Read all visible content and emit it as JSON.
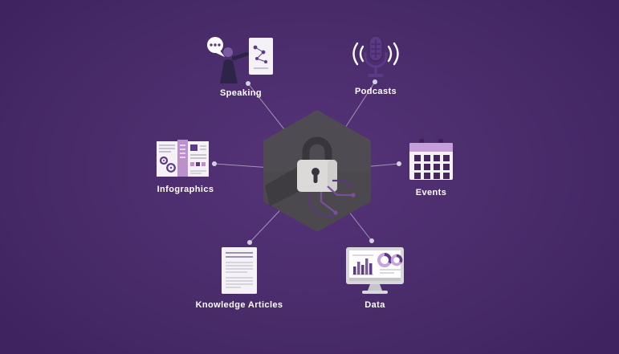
{
  "diagram": {
    "center": {
      "shape": "hexagon",
      "icon": "padlock-circuit-icon"
    },
    "nodes": [
      {
        "id": "speaking",
        "label": "Speaking",
        "icon": "speaking-presenter-icon"
      },
      {
        "id": "podcasts",
        "label": "Podcasts",
        "icon": "microphone-icon"
      },
      {
        "id": "infographics",
        "label": "Infographics",
        "icon": "brochure-icon"
      },
      {
        "id": "events",
        "label": "Events",
        "icon": "calendar-icon"
      },
      {
        "id": "knowledge_articles",
        "label": "Knowledge Articles",
        "icon": "article-document-icon"
      },
      {
        "id": "data",
        "label": "Data",
        "icon": "monitor-charts-icon"
      }
    ],
    "colors": {
      "background": "#4a2c6b",
      "hexagon": "#4b484e",
      "accent_purple": "#5d3a87",
      "light_purple": "#c79fd8",
      "connector": "#b7aec6",
      "label_text": "#ffffff"
    }
  }
}
